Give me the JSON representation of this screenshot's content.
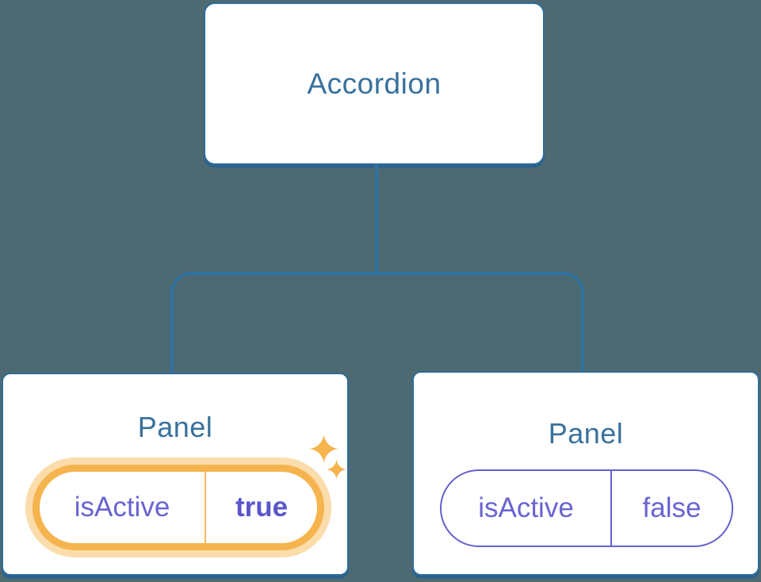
{
  "tree": {
    "root": {
      "label": "Accordion"
    },
    "children": [
      {
        "label": "Panel",
        "state": {
          "key": "isActive",
          "value": "true"
        },
        "highlighted": true,
        "icon": "sparkles-icon"
      },
      {
        "label": "Panel",
        "state": {
          "key": "isActive",
          "value": "false"
        },
        "highlighted": false
      }
    ]
  },
  "colors": {
    "background": "#4d6972",
    "node_border": "#2e6c98",
    "node_text": "#38719d",
    "connector_line": "#2f73a2",
    "state_text_purple": "#6964d2",
    "state_value_active_purple": "#5a55cb",
    "state_border_purple": "#6560cd",
    "highlight_orange": "#f6b44e",
    "highlight_glow_orange": "#fbdcab"
  }
}
